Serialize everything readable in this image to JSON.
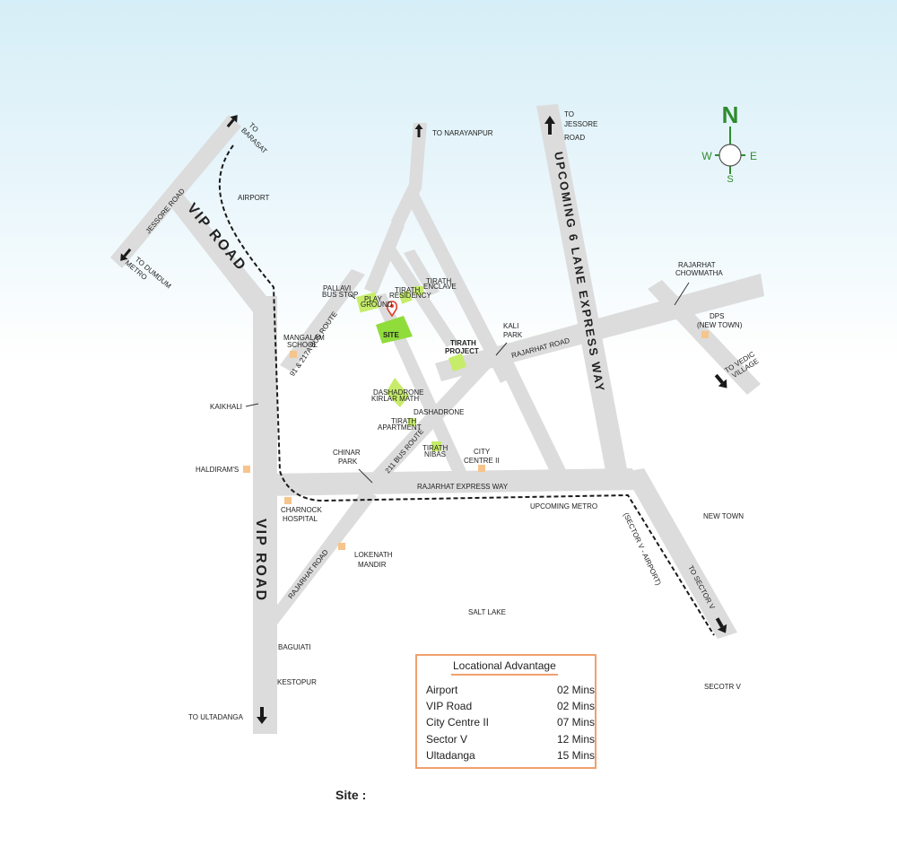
{
  "compass": {
    "n": "N",
    "s": "S",
    "e": "E",
    "w": "W"
  },
  "roads": {
    "vip_road_north": "VIP ROAD",
    "vip_road_south": "VIP ROAD",
    "jessore_road": "JESSORE ROAD",
    "expressway": "UPCOMING 6 LANE EXPRESS WAY",
    "rajarhat_expressway": "RAJARHAT EXPRESS WAY",
    "rajarhat_road_east": "RAJARHAT ROAD",
    "rajarhat_road_south": "RAJARHAT ROAD",
    "bus_route_91": "91 & 217A BUS ROUTE",
    "bus_route_211": "211 BUS ROUTE",
    "upcoming_metro": "UPCOMING METRO",
    "sector_v_airport": "(SECTOR V - AIRPORT)"
  },
  "directions": {
    "to_barasat": [
      "TO",
      "BARASAT"
    ],
    "to_dumdum": [
      "TO DUMDUM",
      "METRO"
    ],
    "to_narayanpur": "TO NARAYANPUR",
    "to_jessore": [
      "TO",
      "JESSORE",
      "ROAD"
    ],
    "to_vedic": [
      "TO VEDIC",
      "VILLAGE"
    ],
    "to_sector_v": "TO SECTOR V",
    "to_ultadanga": "TO ULTADANGA"
  },
  "places": {
    "airport": "AIRPORT",
    "pallavi": [
      "PALLAVI",
      "BUS STOP"
    ],
    "play_ground": [
      "PLAY",
      "GROUND"
    ],
    "tirath_residency": [
      "TIRATH",
      "RESIDENCY"
    ],
    "tirath_enclave": [
      "TIRATH",
      "ENCLAVE"
    ],
    "site": "SITE",
    "mangalam": [
      "MANGALAM",
      "SCHOOL"
    ],
    "kali_park": [
      "KALI",
      "PARK"
    ],
    "tirath_project": [
      "TIRATH",
      "PROJECT"
    ],
    "rajarhat_chowmatha": [
      "RAJARHAT",
      "CHOWMATHA"
    ],
    "dps": [
      "DPS",
      "(NEW TOWN)"
    ],
    "kaikhali": "KAIKHALI",
    "dashadrone_kirlar": [
      "DASHADRONE",
      "KIRLAR MATH"
    ],
    "dashadrone": "DASHADRONE",
    "tirath_apartment": [
      "TIRATH",
      "APARTMENT"
    ],
    "tirath_nibas": [
      "TIRATH",
      "NIBAS"
    ],
    "city_centre": [
      "CITY",
      "CENTRE II"
    ],
    "chinar_park": [
      "CHINAR",
      "PARK"
    ],
    "haldirams": "HALDIRAM'S",
    "charnock": [
      "CHARNOCK",
      "HOSPITAL"
    ],
    "new_town": "NEW TOWN",
    "lokenath": [
      "LOKENATH",
      "MANDIR"
    ],
    "salt_lake": "SALT LAKE",
    "baguiati": "BAGUIATI",
    "kestopur": "KESTOPUR",
    "secotr_v": "SECOTR V"
  },
  "legend": {
    "title": "Locational Advantage",
    "rows": [
      {
        "place": "Airport",
        "time": "02 Mins"
      },
      {
        "place": "VIP Road",
        "time": "02 Mins"
      },
      {
        "place": "City Centre II",
        "time": "07 Mins"
      },
      {
        "place": "Sector V",
        "time": "12 Mins"
      },
      {
        "place": "Ultadanga",
        "time": "15 Mins"
      }
    ]
  },
  "footer": {
    "site_label": "Site :"
  },
  "colors": {
    "road": "#dcdcdc",
    "road_dark": "#cfcfcf",
    "green": "#2e8b2e",
    "landmark": "#c6ec6a",
    "marker": "#f6c48c",
    "legend_border": "#f0a070",
    "sky": "#dff1f8"
  }
}
